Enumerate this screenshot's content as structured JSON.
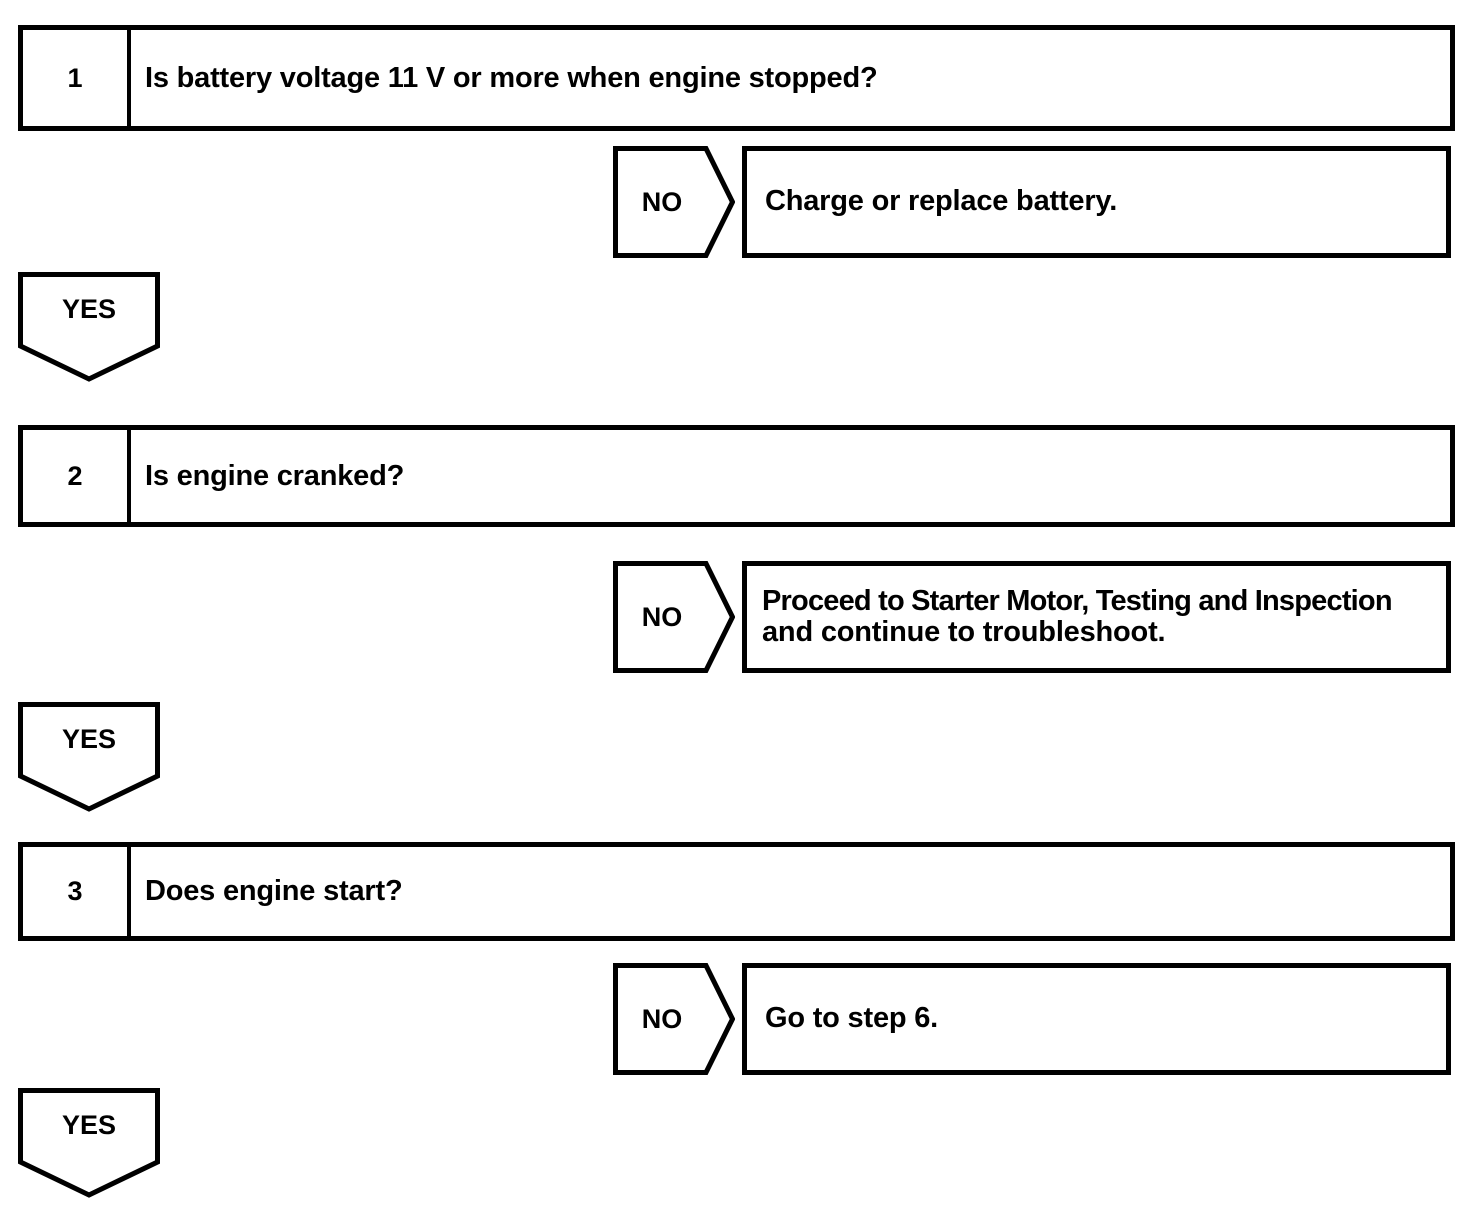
{
  "document": {
    "type": "troubleshooting-flowchart",
    "title": "",
    "colors": {
      "ink": "#000000",
      "background": "#ffffff"
    }
  },
  "steps": [
    {
      "number": "1",
      "question": "Is battery voltage 11 V or more when engine stopped?",
      "no": {
        "label": "NO",
        "result_lines": [
          "Charge or replace battery."
        ]
      },
      "yes": {
        "label": "YES"
      }
    },
    {
      "number": "2",
      "question": "Is engine cranked?",
      "no": {
        "label": "NO",
        "result_lines": [
          "Proceed to Starter Motor, Testing and Inspection",
          "and continue to troubleshoot."
        ],
        "reference": "Starter Motor, Testing and Inspection"
      },
      "yes": {
        "label": "YES"
      }
    },
    {
      "number": "3",
      "question": "Does engine start?",
      "no": {
        "label": "NO",
        "result_lines": [
          "Go to step 6."
        ]
      },
      "yes": {
        "label": "YES"
      }
    }
  ]
}
